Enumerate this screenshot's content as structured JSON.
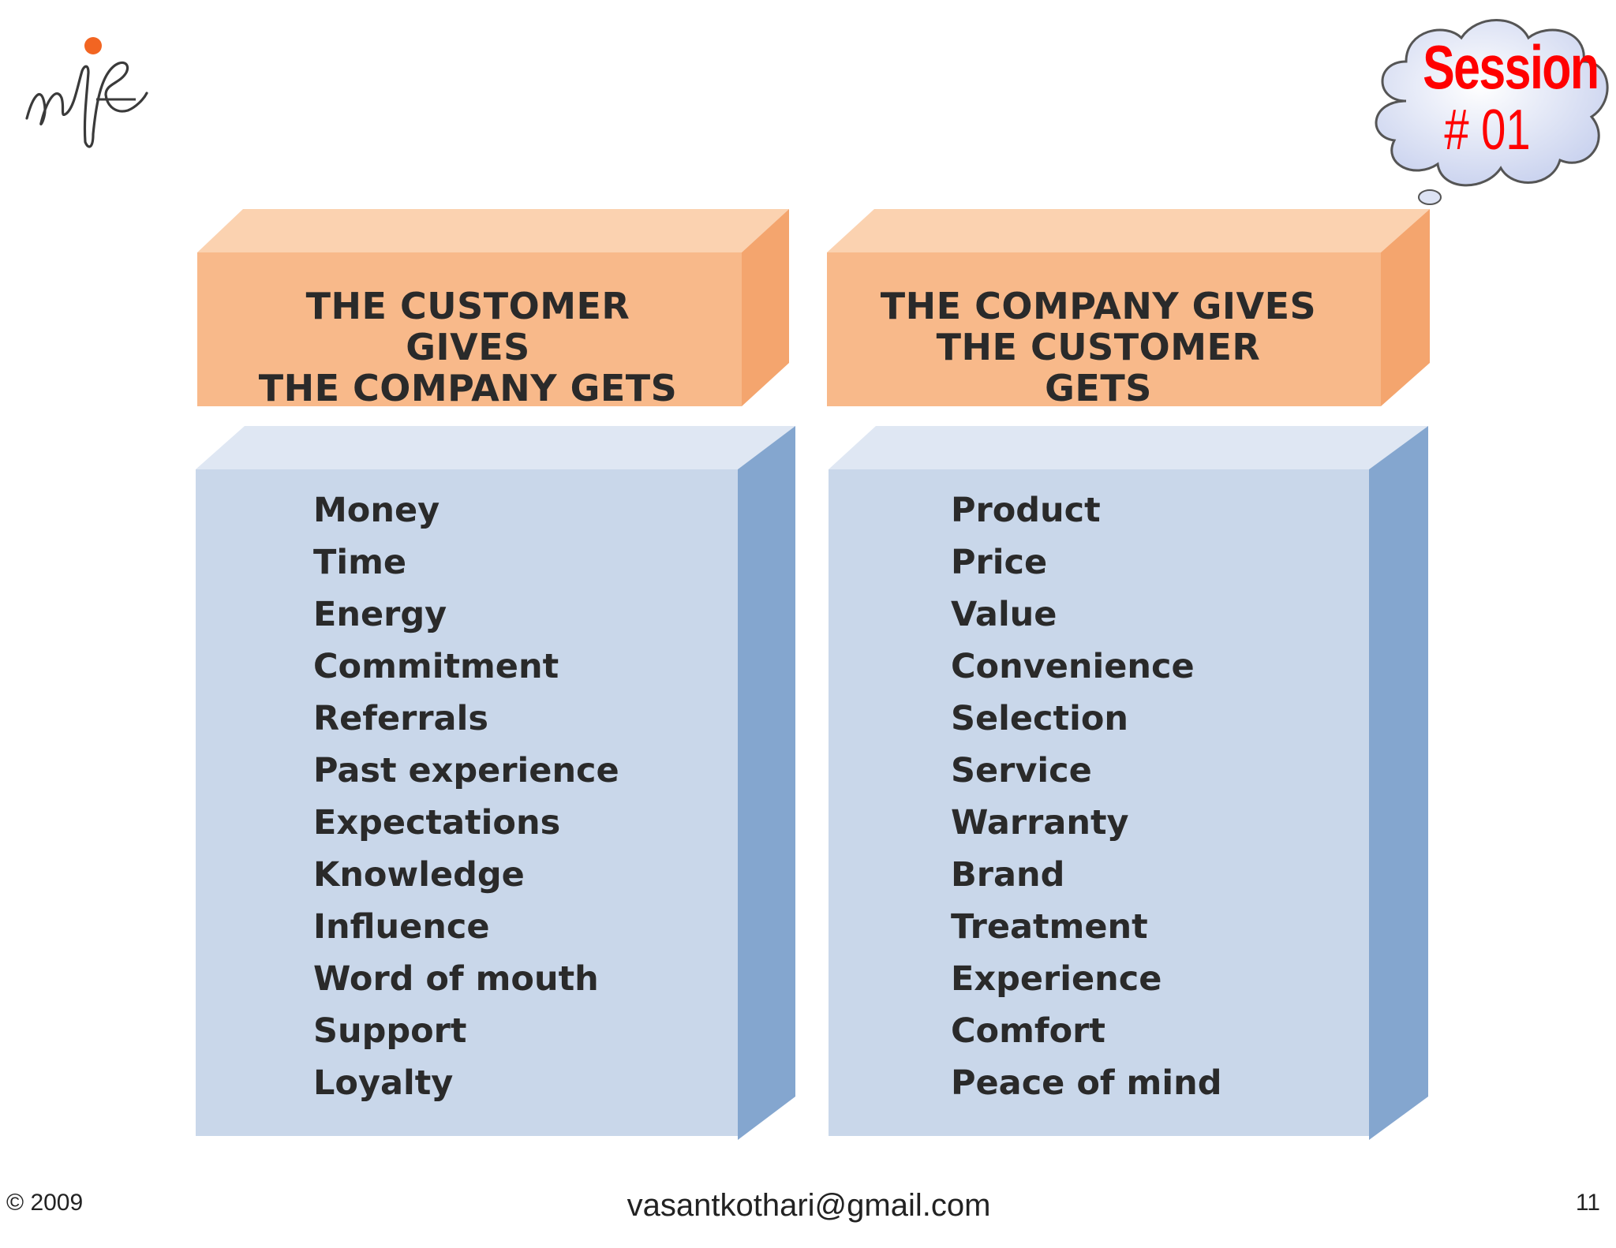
{
  "session_badge": {
    "line1": "Session",
    "line2": "# 01"
  },
  "left_column": {
    "header_line1": "THE CUSTOMER GIVES",
    "header_line2": "THE COMPANY GETS",
    "items": [
      "Money",
      "Time",
      "Energy",
      "Commitment",
      "Referrals",
      "Past experience",
      "Expectations",
      "Knowledge",
      "Influence",
      "Word of mouth",
      "Support",
      "Loyalty"
    ]
  },
  "right_column": {
    "header_line1": "THE COMPANY GIVES",
    "header_line2": "THE CUSTOMER GETS",
    "items": [
      "Product",
      "Price",
      "Value",
      "Convenience",
      "Selection",
      "Service",
      "Warranty",
      "Brand",
      "Treatment",
      "Experience",
      "Comfort",
      "Peace of mind"
    ]
  },
  "footer": {
    "copyright": "© 2009",
    "email": "vasantkothari@gmail.com",
    "page_number": "11"
  },
  "colors": {
    "orange_front": "#f8b98a",
    "orange_top": "#fbd2b0",
    "orange_side": "#f4a56e",
    "blue_front": "#c9d7ea",
    "blue_top": "#dfe7f3",
    "blue_side": "#84a6cf",
    "badge_text": "#ff0000",
    "badge_fill": "#dde3f4"
  }
}
